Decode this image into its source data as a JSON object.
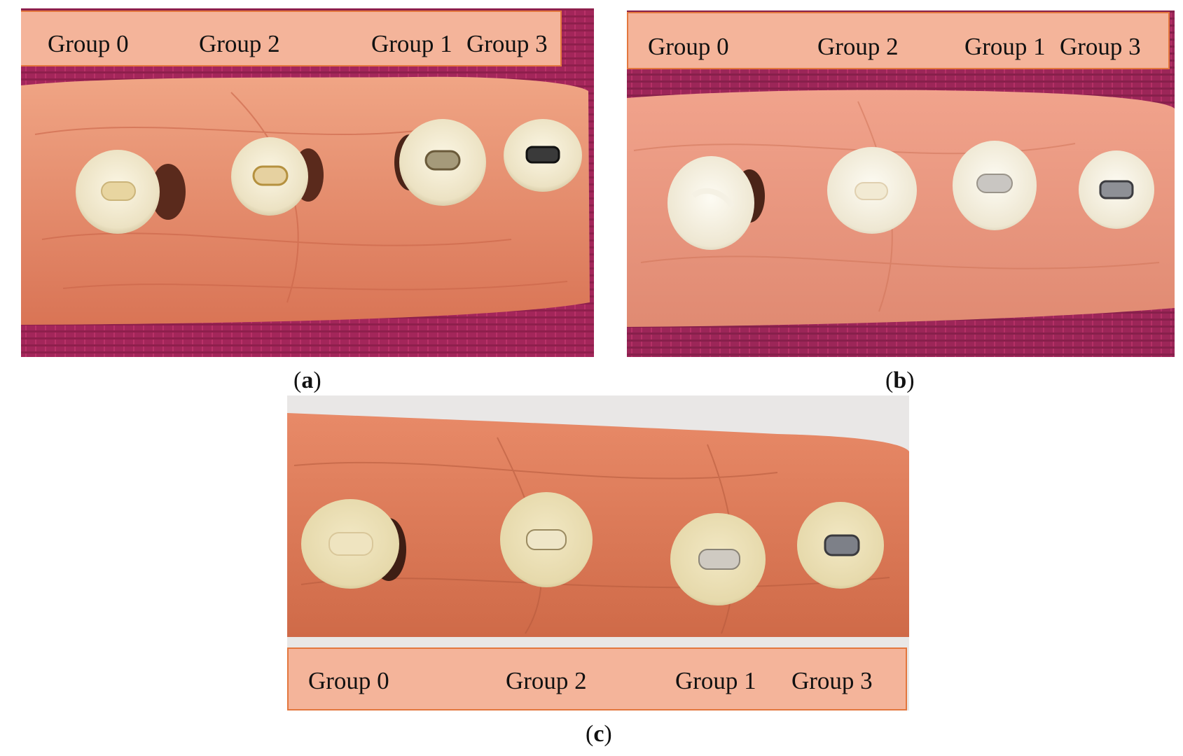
{
  "panels": {
    "a": {
      "labels": [
        "Group 0",
        "Group 2",
        "Group 1",
        "Group 3"
      ],
      "caption_open": "(",
      "caption_letter": "a",
      "caption_close": ")"
    },
    "b": {
      "labels": [
        "Group 0",
        "Group 2",
        "Group 1",
        "Group 3"
      ],
      "caption_open": "(",
      "caption_letter": "b",
      "caption_close": ")"
    },
    "c": {
      "labels": [
        "Group 0",
        "Group 2",
        "Group 1",
        "Group 3"
      ],
      "caption_open": "(",
      "caption_letter": "c",
      "caption_close": ")"
    }
  },
  "colors": {
    "label_fill": "#f4b49a",
    "label_border": "#e3773e",
    "cloth": "#a8285a",
    "wax": "#e88f70"
  }
}
